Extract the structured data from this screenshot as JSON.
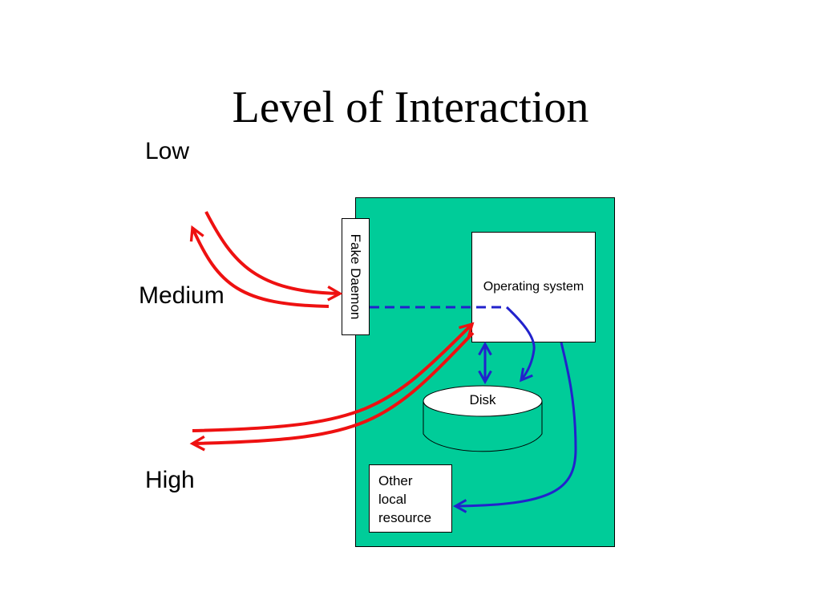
{
  "title": "Level of Interaction",
  "levels": {
    "low": "Low",
    "medium": "Medium",
    "high": "High"
  },
  "components": {
    "fake_daemon": "Fake Daemon",
    "operating_system": "Operating system",
    "disk": "Disk",
    "other_resource_lines": [
      "Other",
      "local",
      "resource"
    ]
  },
  "colors": {
    "system_fill": "#00cc99",
    "interaction_arrow": "#ee1111",
    "internal_link": "#2222cc"
  }
}
